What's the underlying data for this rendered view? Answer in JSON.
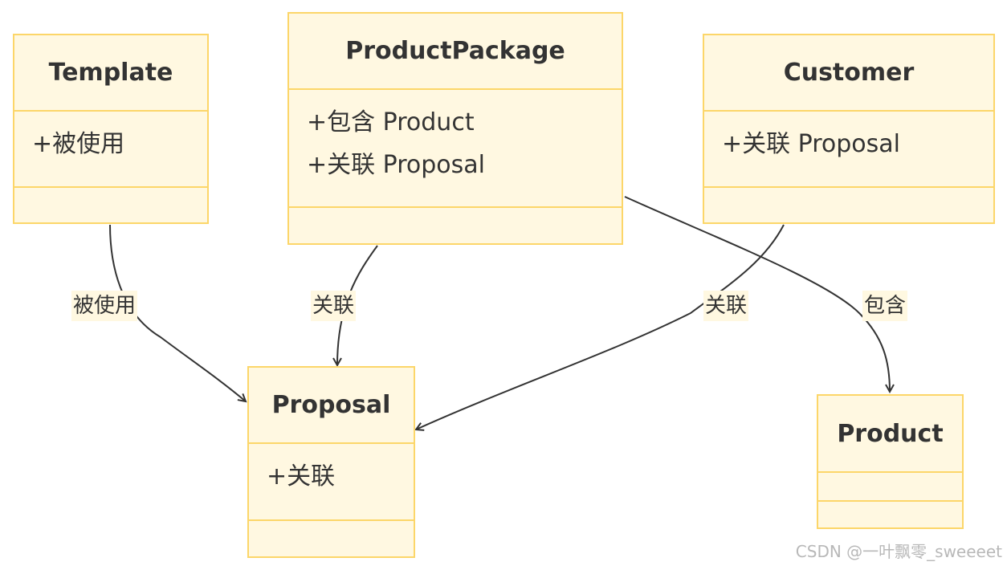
{
  "classes": {
    "template": {
      "name": "Template",
      "attributes": [
        "+被使用"
      ]
    },
    "product_package": {
      "name": "ProductPackage",
      "attributes": [
        "+包含 Product",
        "+关联 Proposal"
      ]
    },
    "customer": {
      "name": "Customer",
      "attributes": [
        "+关联 Proposal"
      ]
    },
    "proposal": {
      "name": "Proposal",
      "attributes": [
        "+关联"
      ]
    },
    "product": {
      "name": "Product",
      "attributes": []
    }
  },
  "relations": [
    {
      "from": "Template",
      "to": "Proposal",
      "label": "被使用"
    },
    {
      "from": "ProductPackage",
      "to": "Proposal",
      "label": "关联"
    },
    {
      "from": "Customer",
      "to": "Proposal",
      "label": "关联"
    },
    {
      "from": "ProductPackage",
      "to": "Product",
      "label": "包含"
    }
  ],
  "colors": {
    "node_fill": "#fff8e1",
    "node_border": "#fcd669",
    "edge": "#333333"
  },
  "watermark": "CSDN @一叶飘零_sweeeet"
}
